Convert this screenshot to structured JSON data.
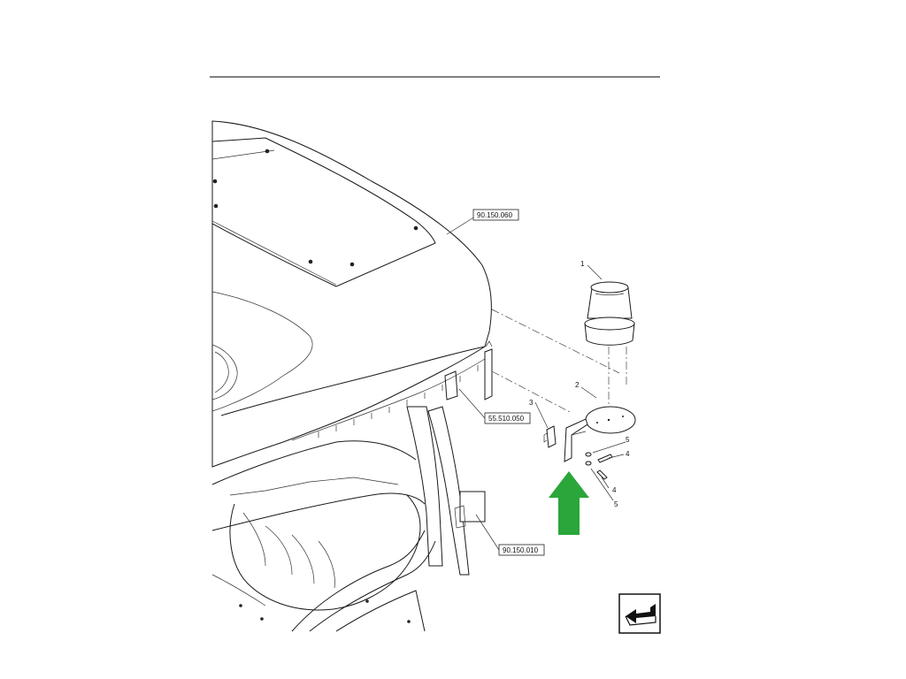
{
  "diagram": {
    "reference_labels": [
      "90.150.060",
      "55.510.050",
      "90.150.010"
    ],
    "callouts": [
      "1",
      "2",
      "3",
      "4",
      "4",
      "5",
      "5"
    ],
    "highlight_arrow_color": "#2aa63a",
    "navigation_icon": "return-arrow-icon"
  }
}
